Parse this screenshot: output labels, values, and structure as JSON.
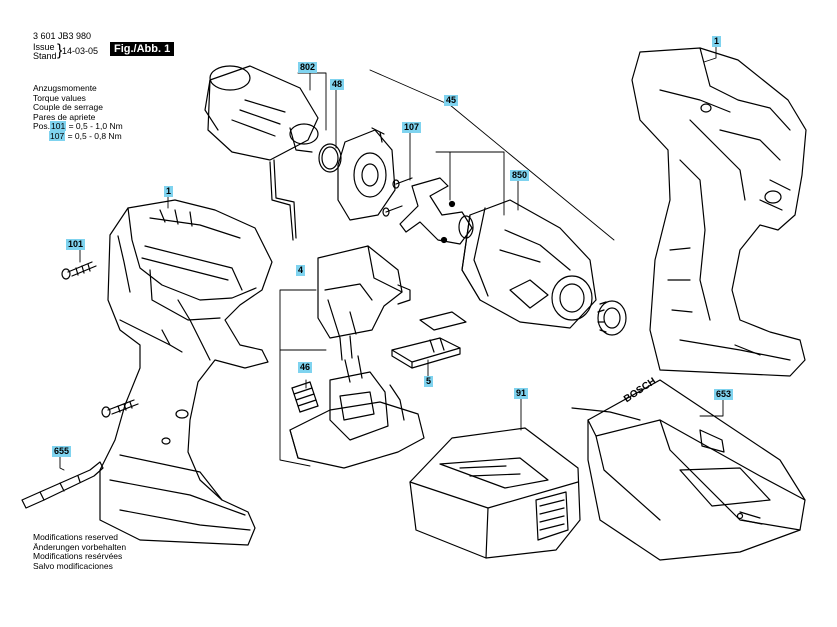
{
  "header": {
    "doc_number": "3 601 JB3 980",
    "issue_label": "Issue",
    "stand_label": "Stand",
    "date": "14-03-05",
    "figure_badge": "Fig./Abb. 1"
  },
  "torque": {
    "lines": [
      "Anzugsmomente",
      "Torque values",
      "Couple de serrage",
      "Pares de apriete"
    ],
    "pos_label": "Pos.",
    "entries": [
      {
        "part": "101",
        "value": "= 0,5 -  1,0 Nm"
      },
      {
        "part": "107",
        "value": "= 0,5 -  0,8 Nm"
      }
    ]
  },
  "modifications": [
    "Modifications reserved",
    "Änderungen vorbehalten",
    "Modifications resérvées",
    "Salvo modificaciones"
  ],
  "callouts": {
    "housing_right": "1",
    "housing_left": "1",
    "screw": "101",
    "motor": "802",
    "o_ring": "48",
    "gear_assembly": "45",
    "anvil_screw": "107",
    "impact_head": "850",
    "switch": "4",
    "spring": "46",
    "slider": "5",
    "bit": "655",
    "battery": "91",
    "charger": "653"
  },
  "charger_brand": "BOSCH",
  "colors": {
    "callout_bg": "#7fd3ef",
    "line": "#000000"
  }
}
